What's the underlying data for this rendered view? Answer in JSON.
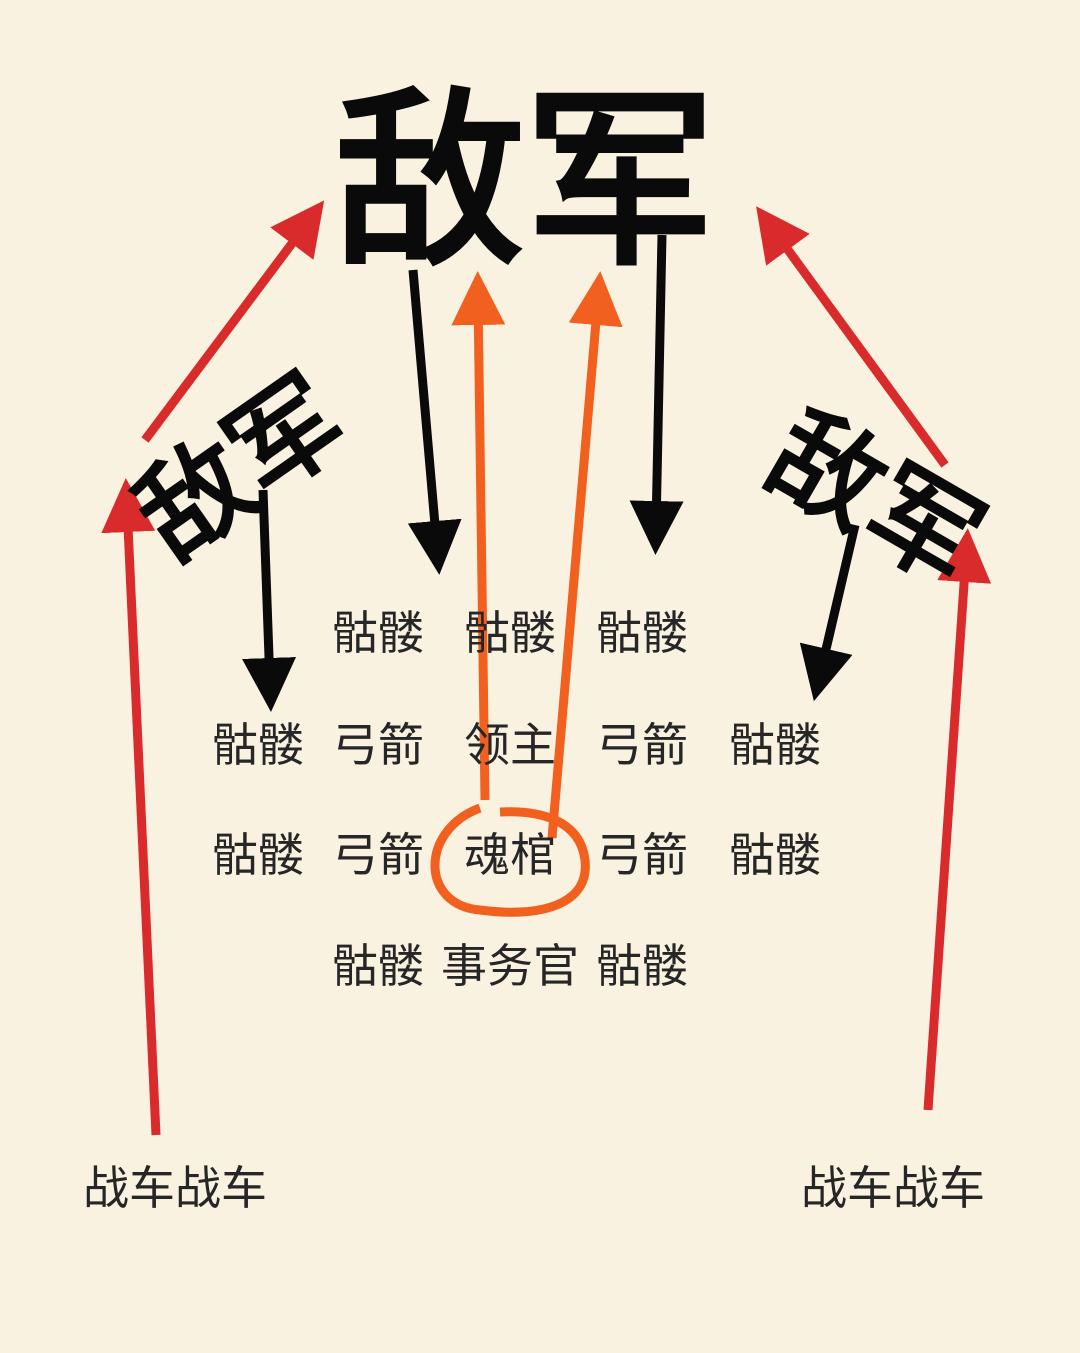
{
  "title": "敌军",
  "side_labels": {
    "left": "敌军",
    "right": "敌军"
  },
  "formation": {
    "row1": [
      "骷髅",
      "骷髅",
      "骷髅"
    ],
    "row2": [
      "骷髅",
      "弓箭",
      "领主",
      "弓箭",
      "骷髅"
    ],
    "row3": [
      "骷髅",
      "弓箭",
      "魂棺",
      "弓箭",
      "骷髅"
    ],
    "row4": [
      "骷髅",
      "事务官",
      "骷髅"
    ]
  },
  "chariots": {
    "left": "战车战车",
    "right": "战车战车"
  },
  "colors": {
    "background": "#faf2e1",
    "red": "#d92b2b",
    "orange": "#f2601f",
    "black": "#0a0a0a"
  }
}
